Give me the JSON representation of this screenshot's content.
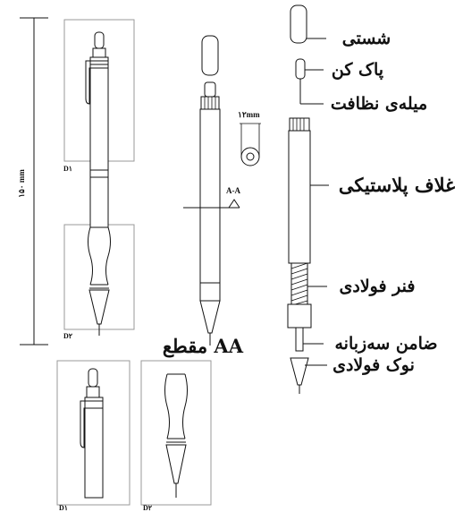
{
  "dimensions": {
    "overall_length": "۱۵۰ mm",
    "diameter": "۱۲mm"
  },
  "views": {
    "detail_1": "D۱",
    "detail_2": "D۲",
    "section_marker": "A-A",
    "section_title": "مقطع AA",
    "section_detail_1": "D۱",
    "section_detail_2": "D۲"
  },
  "parts": {
    "cap": "شستی",
    "eraser": "پاک کن",
    "cleaning_rod": "میله‌ی نظافت",
    "plastic_sleeve": "غلاف پلاستیکی",
    "steel_spring": "فنر فولادی",
    "guarantor": "ضامن سه‌زبانه",
    "steel_tip": "نوک فولادی"
  }
}
